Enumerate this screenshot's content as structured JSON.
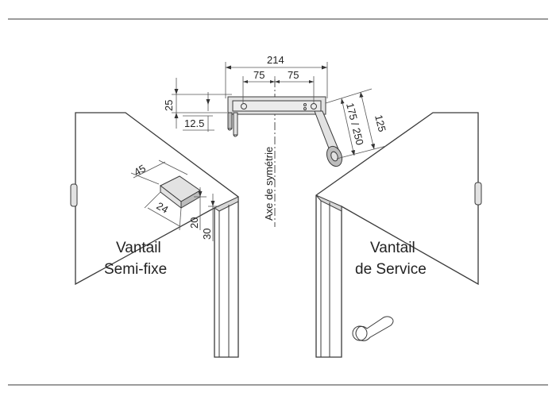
{
  "dimensions": {
    "total_width": "214",
    "left_half": "75",
    "right_half": "75",
    "height_25": "25",
    "offset_12_5": "12.5",
    "arm_125": "125",
    "arm_175_250": "175 / 250",
    "bracket_45": "45",
    "bracket_24": "24",
    "bracket_20": "20",
    "bracket_30": "30"
  },
  "labels": {
    "axis": "Axe de symétrie",
    "left_leaf_line1": "Vantail",
    "left_leaf_line2": "Semi-fixe",
    "right_leaf_line1": "Vantail",
    "right_leaf_line2": "de Service"
  }
}
